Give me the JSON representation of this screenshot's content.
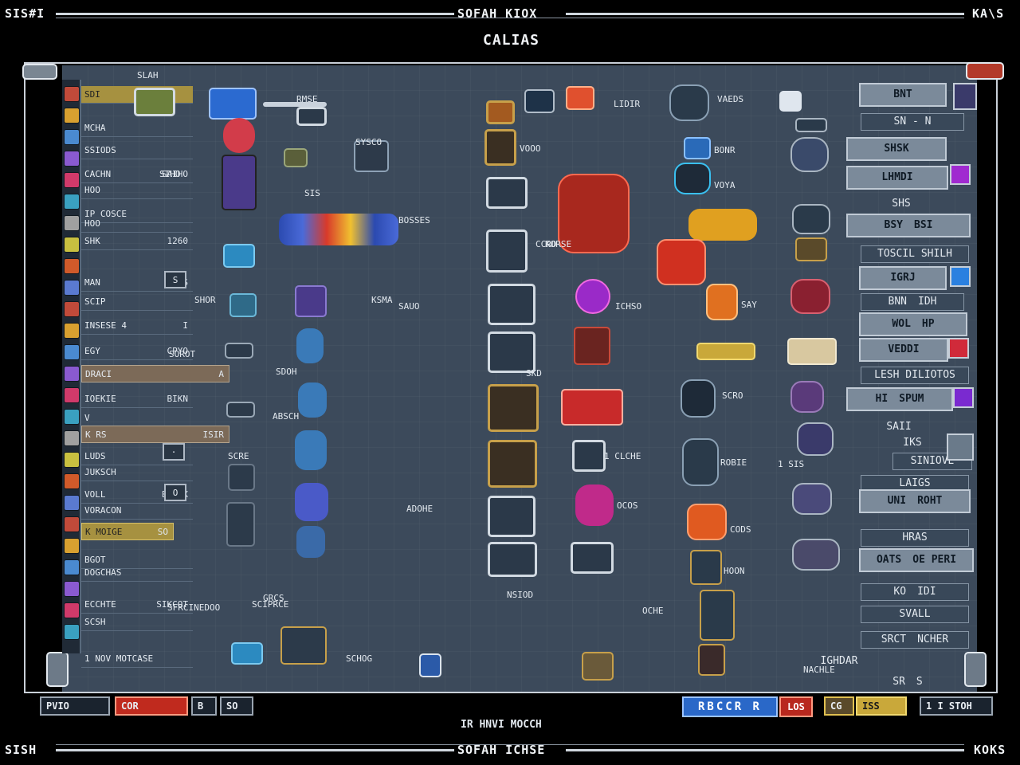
{
  "header": {
    "top_left": "SIS#I",
    "top_center": "SOFAH KIOX",
    "top_right": "KA\\S",
    "title": "CALIAS"
  },
  "footer": {
    "bottom_left": "SISH",
    "bottom_center": "SOFAH ICHSE",
    "bottom_right": "KOKS",
    "status": "IR HNVI MOCCH"
  },
  "left_list": [
    {
      "label": "SDI",
      "value": "",
      "style": "gold-tag"
    },
    {
      "label": "MCHA",
      "value": ""
    },
    {
      "label": "SSIODS",
      "value": ""
    },
    {
      "label": "CACHN",
      "value": "SAIHO"
    },
    {
      "label": "HOO",
      "value": ""
    },
    {
      "label": "IP COSCE",
      "value": ""
    },
    {
      "label": "HOO",
      "value": ""
    },
    {
      "label": "SHK",
      "value": "1260"
    },
    {
      "label": "MAN",
      "value": "S"
    },
    {
      "label": "SCIP",
      "value": ""
    },
    {
      "label": "INSESE 4",
      "value": "I"
    },
    {
      "label": "EGY",
      "value": "CPYO"
    },
    {
      "label": "DRACI",
      "value": "A",
      "style": "hl"
    },
    {
      "label": "IOEKIE",
      "value": "BIKN"
    },
    {
      "label": "V",
      "value": ""
    },
    {
      "label": "K RS",
      "value": "ISIR",
      "style": "hl"
    },
    {
      "label": "LUDS",
      "value": ""
    },
    {
      "label": "JUKSCH",
      "value": ""
    },
    {
      "label": "VOLL",
      "value": "EGIEX"
    },
    {
      "label": "VORACON",
      "value": ""
    },
    {
      "label": "K MOIGE",
      "value": "SO",
      "style": "gold"
    },
    {
      "label": "BGOT",
      "value": ""
    },
    {
      "label": "DOGCHAS",
      "value": ""
    },
    {
      "label": "ECCHTE",
      "value": "SIKCOT"
    },
    {
      "label": "SCSH",
      "value": ""
    },
    {
      "label": "1 NOV MOTCASE",
      "value": ""
    }
  ],
  "board_labels": {
    "a": "SLAH",
    "b": "RMSE",
    "c": "SIHO",
    "d": "SIS",
    "e": "BOSSES",
    "f": "SYSCO",
    "g": "SHOR",
    "h": "SAUO",
    "i": "KSMA",
    "j": "ADOHE",
    "k": "SDOH",
    "l": "ABSCH",
    "m": "SCRE",
    "n": "SCIPRCE",
    "o": "SCHOG",
    "p": "NSIOD",
    "q": "SKD",
    "r": "CCRD",
    "s": "VAEDS",
    "t": "VOOO",
    "u": "BONR",
    "v": "VOYA",
    "w": "KORSE",
    "x": "SAY",
    "y": "SCRO",
    "z": "1 CLCHE",
    "aa": "1 SIS",
    "ab": "ROBIE",
    "ac": "ICHSO",
    "ad": "OCHE",
    "ae": "CODS",
    "af": "OCOS",
    "ag": "HOON",
    "ah": "GRCS",
    "ai": "LIDIR",
    "aj": "SOROT",
    "ak": "SFRCINEDOO",
    "al": "NACHLE"
  },
  "right_panel": [
    {
      "label": "BNT",
      "kind": "bright"
    },
    {
      "label": "SN - N",
      "kind": "dark"
    },
    {
      "label": "SHSK",
      "kind": "bright"
    },
    {
      "label": "LHMDI",
      "kind": "bright"
    },
    {
      "label": "SHS",
      "kind": "label"
    },
    {
      "label": "BSY",
      "value": "BSI",
      "kind": "bright"
    },
    {
      "label": "TOSCIL SHILH",
      "kind": "dark"
    },
    {
      "label": "IGRJ",
      "kind": "bright"
    },
    {
      "label": "BNN",
      "value": "IDH",
      "kind": "dark"
    },
    {
      "label": "WOL",
      "value": "HP",
      "kind": "bright"
    },
    {
      "label": "VEDDI",
      "kind": "bright"
    },
    {
      "label": "LESH DILIOTOS",
      "kind": "dark"
    },
    {
      "label": "HI",
      "value": "SPUM",
      "kind": "bright"
    },
    {
      "label": "SAII",
      "kind": "label"
    },
    {
      "label": "IKS",
      "kind": "label"
    },
    {
      "label": "SINIOVE",
      "kind": "dark"
    },
    {
      "label": "LAIGS",
      "kind": "dark"
    },
    {
      "label": "UNI",
      "value": "ROHT",
      "kind": "bright"
    },
    {
      "label": "HRAS",
      "kind": "dark"
    },
    {
      "label": "OATS",
      "value": "OE PERI",
      "kind": "bright"
    },
    {
      "label": "KO",
      "value": "IDI",
      "kind": "dark"
    },
    {
      "label": "SVALL",
      "kind": "dark"
    },
    {
      "label": "SRCT",
      "value": "NCHER",
      "kind": "dark"
    },
    {
      "label": "IGHDAR",
      "kind": "label"
    },
    {
      "label": "SR",
      "value": "S",
      "kind": "label"
    }
  ],
  "bottom_bar": {
    "slot1": "PVIO",
    "slot2": "COR",
    "slot3": "B",
    "slot4": "SO",
    "blue_button": "RBCCR R",
    "red_button": "LOS",
    "gold_slot1": "CG",
    "gold_slot2": "ISS",
    "slot_right": "I STOH",
    "slot_right_pre": "1"
  },
  "colors": {
    "board_bg": "#3c4a5b",
    "accent_blue": "#2a68c8",
    "accent_red": "#b8281e",
    "accent_gold": "#c7a04a"
  }
}
